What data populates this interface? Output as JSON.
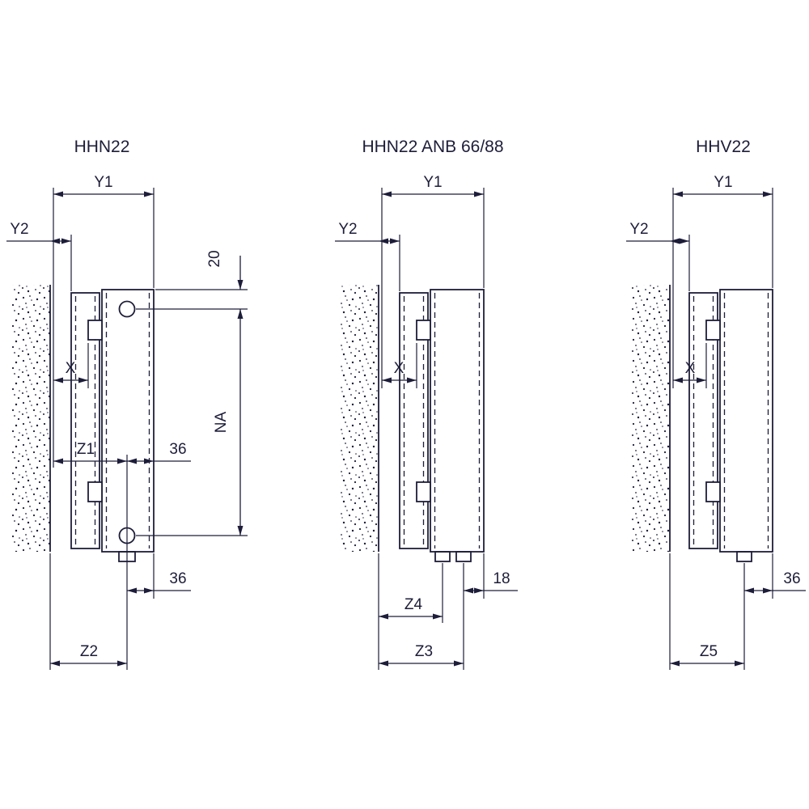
{
  "colors": {
    "ink": "#1d1d3a",
    "paper": "#ffffff"
  },
  "diagrams": {
    "hhn22": {
      "title": "HHN22",
      "dims": {
        "y1": "Y1",
        "y2": "Y2",
        "x": "X",
        "z1": "Z1",
        "z2": "Z2",
        "top_to_hub": "20",
        "hub_spacing": "NA",
        "hub_to_front": "36",
        "conn_to_front": "36"
      }
    },
    "hhn22_anb": {
      "title": "HHN22 ANB 66/88",
      "dims": {
        "y1": "Y1",
        "y2": "Y2",
        "x": "X",
        "conn_to_front": "18",
        "z4": "Z4",
        "z3": "Z3"
      }
    },
    "hhv22": {
      "title": "HHV22",
      "dims": {
        "y1": "Y1",
        "y2": "Y2",
        "x": "X",
        "conn_to_front": "36",
        "z5": "Z5"
      }
    }
  }
}
